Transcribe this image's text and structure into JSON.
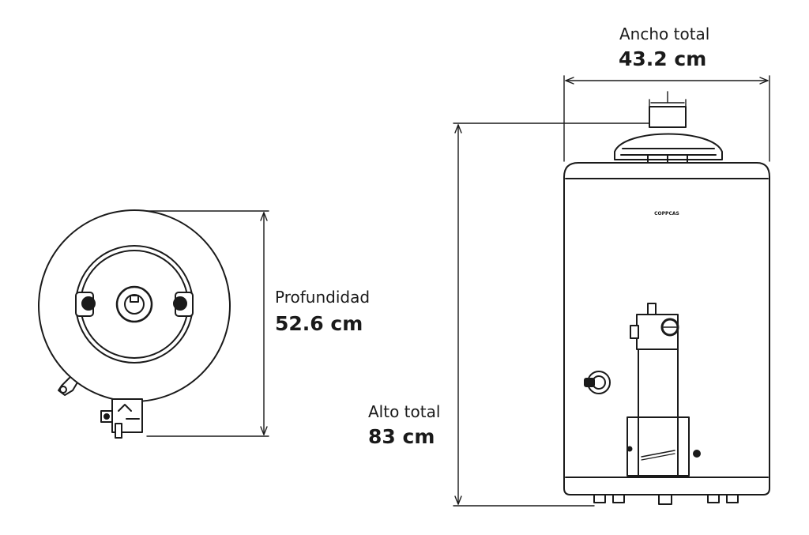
{
  "dimensions": {
    "width": {
      "label": "Ancho total",
      "value": "43.2 cm"
    },
    "depth": {
      "label": "Profundidad",
      "value": "52.6 cm"
    },
    "height": {
      "label": "Alto total",
      "value": "83 cm"
    }
  },
  "heater": {
    "brand_mark": "COPPCAS"
  },
  "colors": {
    "line": "#1a1a1a",
    "fill": "#ffffff"
  }
}
